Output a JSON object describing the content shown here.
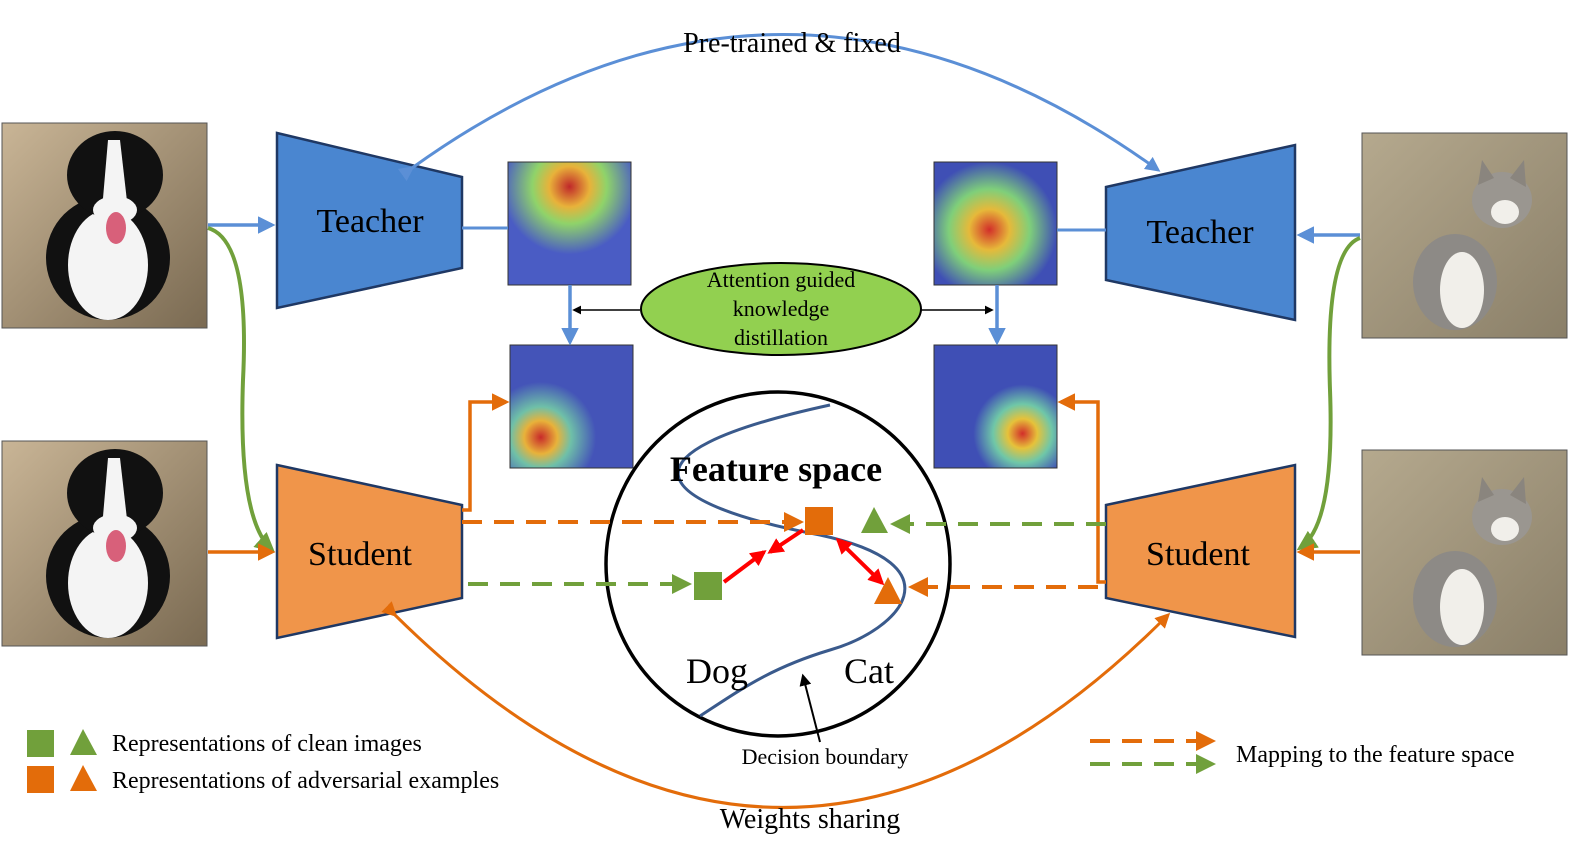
{
  "top_label": "Pre-trained & fixed",
  "bottom_label": "Weights sharing",
  "left": {
    "teacher": "Teacher",
    "student": "Student",
    "input_clean_icon": "dog-photo",
    "input_adv_icon": "dog-adversarial-photo"
  },
  "right": {
    "teacher": "Teacher",
    "student": "Student",
    "input_clean_icon": "cat-photo",
    "input_adv_icon": "cat-adversarial-photo"
  },
  "center": {
    "ellipse_lines": [
      "Attention guided",
      "knowledge",
      "distillation"
    ],
    "feature_space_title": "Feature space",
    "class_a": "Dog",
    "class_b": "Cat",
    "boundary_label": "Decision boundary"
  },
  "legend": {
    "clean": "Representations of clean images",
    "adversarial": "Representations of adversarial examples",
    "mapping": "Mapping to the feature space"
  },
  "colors": {
    "teacher_fill": "#4a86d0",
    "student_fill": "#f0954a",
    "clean_green": "#71a03b",
    "adv_orange": "#e36c0a",
    "arrow_blue": "#5b8fd6",
    "ellipse_fill": "#92d050",
    "boundary_red": "#ff0000",
    "curve": "#3a5a8c"
  }
}
